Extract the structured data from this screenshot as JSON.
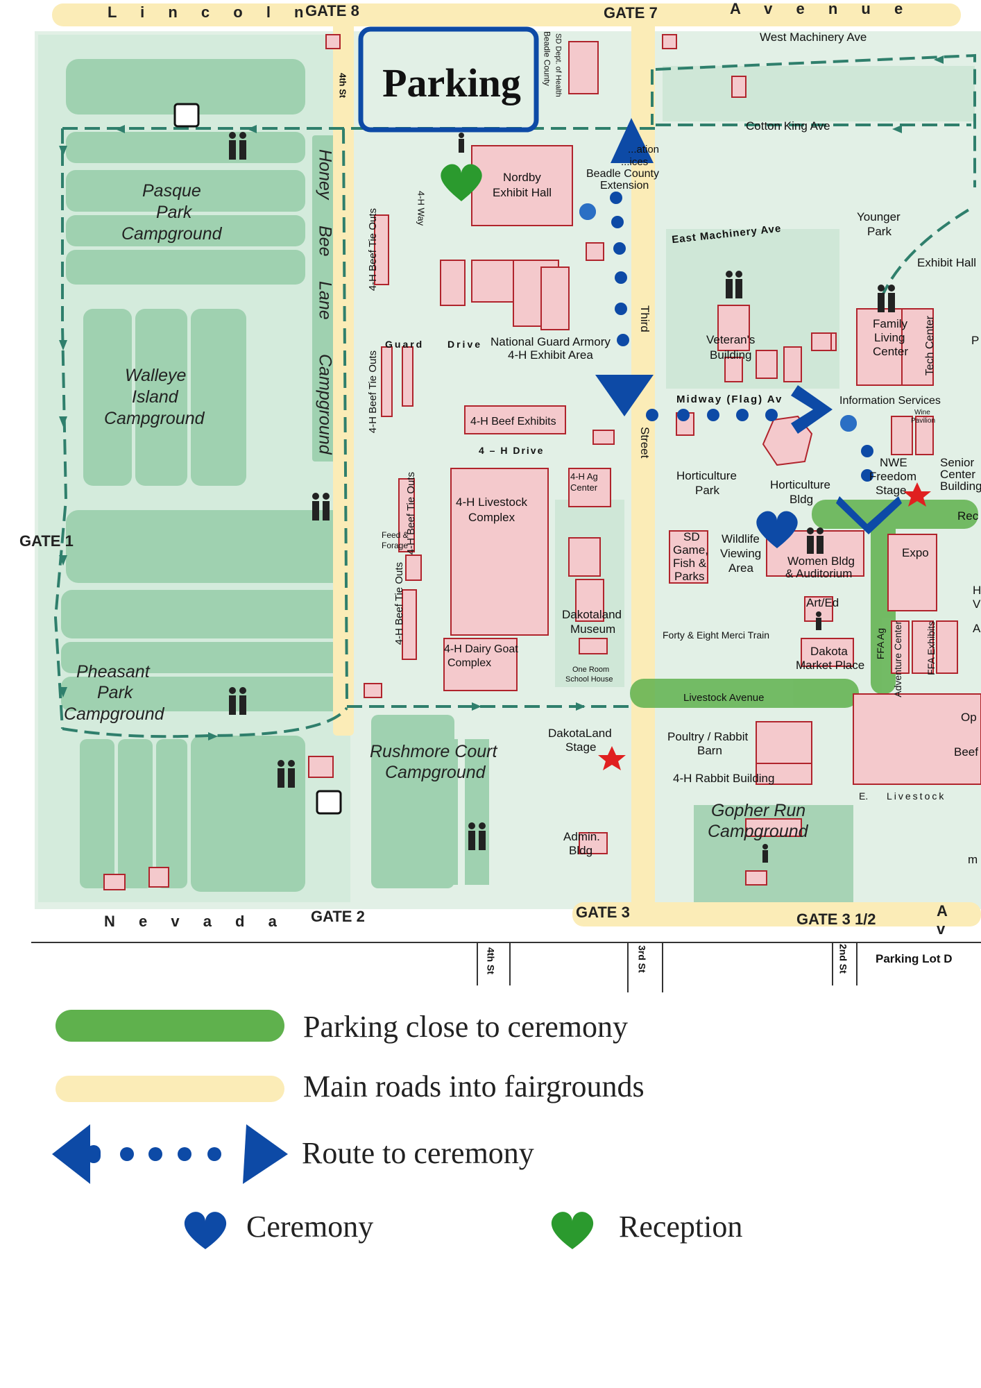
{
  "map": {
    "parking_box": "Parking",
    "roads": {
      "north": [
        "L i n c o l n",
        "A v e n u e"
      ],
      "south": "N e v a d a",
      "south_east": "A v",
      "fourth_st": "4th St",
      "third": "Third",
      "street": "Street",
      "honey_bee_lane": [
        "Honey",
        "Bee",
        "Lane",
        "Campground"
      ],
      "h4_way": "4-H Way",
      "west_machinery": "West Machinery Ave",
      "cotton_king": "Cotton King Ave",
      "east_machinery": "East Machinery Ave",
      "midway": "Midway (Flag) Av",
      "guard_drive": [
        "Guard",
        "Drive"
      ],
      "h4_drive": "4 – H  Drive",
      "livestock_avenue": "Livestock Avenue",
      "e_livestock": [
        "E.",
        "Livestock"
      ]
    },
    "gates": {
      "gate8": "GATE 8",
      "gate7": "GATE 7",
      "gate1": "GATE 1",
      "gate2": "GATE 2",
      "gate3": "GATE 3",
      "gate3half": "GATE 3 1/2"
    },
    "campgrounds": {
      "pasque": [
        "Pasque",
        "Park",
        "Campground"
      ],
      "walleye": [
        "Walleye",
        "Island",
        "Campground"
      ],
      "pheasant": [
        "Pheasant",
        "Park",
        "Campground"
      ],
      "rushmore": [
        "Rushmore Court",
        "Campground"
      ],
      "gopher": [
        "Gopher Run",
        "Campground"
      ]
    },
    "buildings": {
      "beadle_health": [
        "Beadle County",
        "SD Dept. of Health"
      ],
      "extension": [
        "...ation",
        "...ices",
        "Beadle County",
        "Extension"
      ],
      "nordby": [
        "Nordby",
        "Exhibit Hall"
      ],
      "younger_park": [
        "Younger",
        "Park"
      ],
      "exhibit_hall": "Exhibit Hall",
      "national_guard": [
        "National Guard Armory",
        "4-H Exhibit Area"
      ],
      "veterans": [
        "Veteran's",
        "Building"
      ],
      "family_living": [
        "Family",
        "Living",
        "Center"
      ],
      "tech_center": "Tech Center",
      "info_services": "Information Services",
      "wine_pavilion": [
        "Wine",
        "Pavilion"
      ],
      "beef_exhibits": "4-H Beef Exhibits",
      "beef_tie_outs_1": "4-H Beef Tie Outs",
      "beef_tie_outs_2": "4-H Beef Tie Outs",
      "beef_tie_outs_3": "4-H Beef Tie Outs",
      "beef_tie_outs_4": "4-H Beef Tie Outs",
      "feed_forage": [
        "Feed &",
        "Forage"
      ],
      "livestock_complex": [
        "4-H Livestock",
        "Complex"
      ],
      "ag_center": [
        "4-H Ag",
        "Center"
      ],
      "horticulture_park": [
        "Horticulture",
        "Park"
      ],
      "horticulture_bldg": [
        "Horticulture",
        "Bldg"
      ],
      "nwe_stage": [
        "NWE",
        "Freedom",
        "Stage"
      ],
      "senior_center": [
        "Senior",
        "Center",
        "Building"
      ],
      "sd_game": [
        "SD",
        "Game,",
        "Fish &",
        "Parks"
      ],
      "wildlife": [
        "Wildlife",
        "Viewing",
        "Area"
      ],
      "women_bldg": [
        "Women Bldg",
        "& Auditorium"
      ],
      "expo": "Expo",
      "dakotaland_museum": [
        "Dakotaland",
        "Museum"
      ],
      "one_room": [
        "One Room",
        "School House"
      ],
      "forty_eight": "Forty & Eight Merci Train",
      "art_ed": "Art/Ed",
      "dakota_market": [
        "Dakota",
        "Market Place"
      ],
      "ffa_ag": "FFA Ag",
      "adventure": "Adventure Center",
      "ffa_exhibits": "FFA Exhibits",
      "dairy_goat": [
        "4-H Dairy Goat",
        "Complex"
      ],
      "dakotaland_stage": [
        "DakotaLand",
        "Stage"
      ],
      "poultry_rabbit": [
        "Poultry / Rabbit",
        "Barn"
      ],
      "rabbit_building": "4-H Rabbit Building",
      "admin_bldg": [
        "Admin.",
        "Bldg"
      ],
      "op_partial": "Op",
      "beef_partial": "Beef",
      "rec_partial": "Rec",
      "p_partial": "P",
      "h_partial": "H",
      "v_partial": "V",
      "a_partial": "A",
      "m_partial": "m"
    },
    "lower_streets": {
      "fourth": "4th St",
      "third": "3rd St",
      "second": "2nd St",
      "parking_lot_d": "Parking Lot D"
    }
  },
  "legend": {
    "items": [
      {
        "label": "Parking close to ceremony",
        "color": "#5fb14d"
      },
      {
        "label": "Main roads into fairgrounds",
        "color": "#fbecb7"
      },
      {
        "label": "Route to ceremony",
        "color": "#0d4aa6"
      }
    ],
    "ceremony": {
      "label": "Ceremony",
      "color": "#0d4aa6"
    },
    "reception": {
      "label": "Reception",
      "color": "#2b9a2e"
    }
  }
}
